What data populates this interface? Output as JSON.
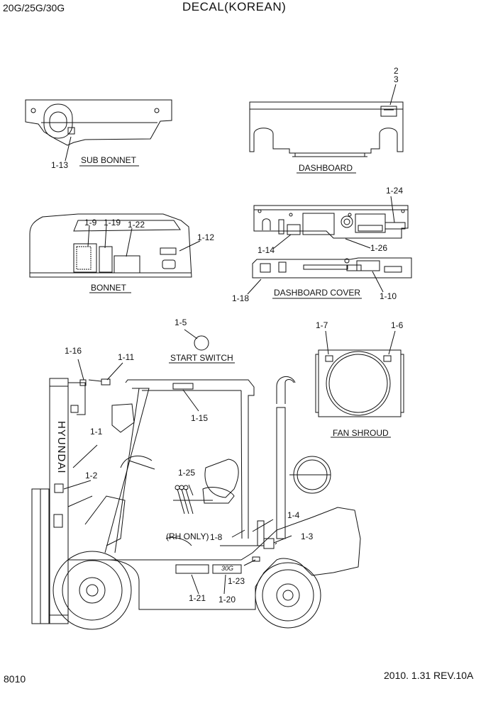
{
  "header": {
    "model": "20G/25G/30G",
    "title": "DECAL(KOREAN)"
  },
  "footer": {
    "page": "8010",
    "revision": "2010. 1.31  REV.10A"
  },
  "captions": {
    "sub_bonnet": "SUB BONNET",
    "dashboard": "DASHBOARD",
    "bonnet": "BONNET",
    "dashboard_cover": "DASHBOARD COVER",
    "start_switch": "START SWITCH",
    "fan_shroud": "FAN SHROUD",
    "rh_only": "(RH ONLY)"
  },
  "callouts": {
    "c2": "2",
    "c3": "3",
    "c1_1": "1-1",
    "c1_2": "1-2",
    "c1_3": "1-3",
    "c1_4": "1-4",
    "c1_5": "1-5",
    "c1_6": "1-6",
    "c1_7": "1-7",
    "c1_8": "1-8",
    "c1_9": "1-9",
    "c1_10": "1-10",
    "c1_11": "1-11",
    "c1_12": "1-12",
    "c1_13": "1-13",
    "c1_14": "1-14",
    "c1_15": "1-15",
    "c1_16": "1-16",
    "c1_18": "1-18",
    "c1_19": "1-19",
    "c1_20": "1-20",
    "c1_21": "1-21",
    "c1_22": "1-22",
    "c1_23": "1-23",
    "c1_24": "1-24",
    "c1_25": "1-25",
    "c1_26": "1-26"
  },
  "decal_text": {
    "brand": "HYUNDAI",
    "model_badge": "30G"
  },
  "colors": {
    "ink": "#111111",
    "paper": "#ffffff"
  }
}
